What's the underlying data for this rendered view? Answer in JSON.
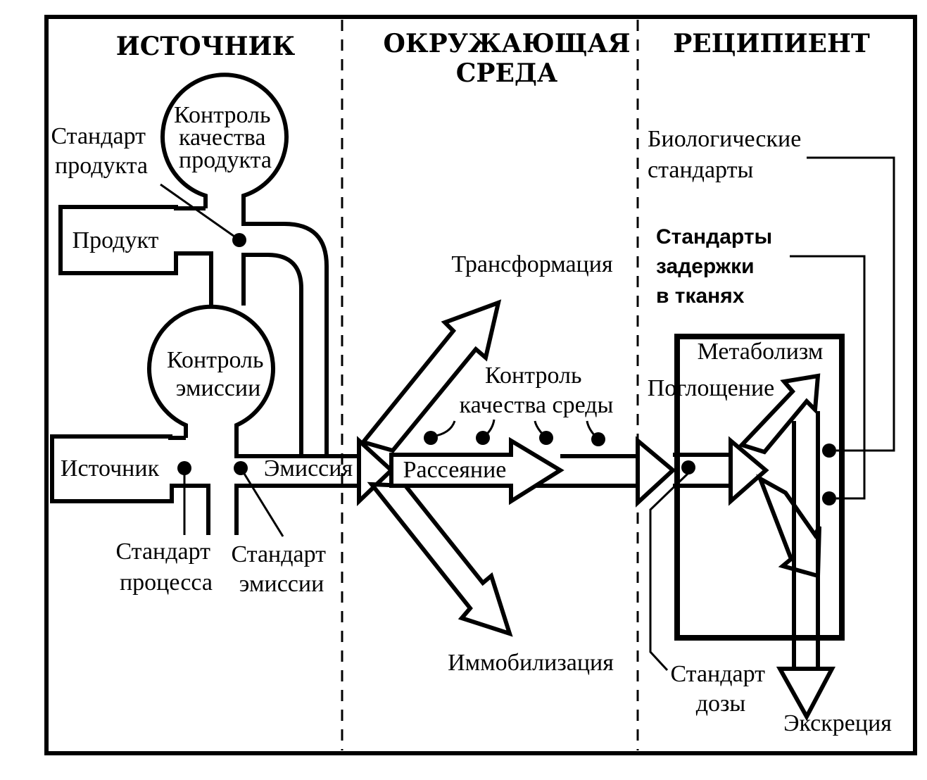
{
  "headings": {
    "source": "ИСТОЧНИК",
    "environment_line1": "ОКРУЖАЮЩАЯ",
    "environment_line2": "СРЕДА",
    "recipient": "РЕЦИПИЕНТ"
  },
  "source": {
    "product_quality_control": [
      "Контроль",
      "качества",
      "продукта"
    ],
    "product_standard": [
      "Стандарт",
      "продукта"
    ],
    "product": "Продукт",
    "emission_control": [
      "Контроль",
      "эмиссии"
    ],
    "source": "Источник",
    "emission": "Эмиссия",
    "process_standard": [
      "Стандарт",
      "процесса"
    ],
    "emission_standard": [
      "Стандарт",
      "эмиссии"
    ]
  },
  "environment": {
    "transformation": "Трансформация",
    "environment_quality_control": [
      "Контроль",
      "качества среды"
    ],
    "dispersion": "Рассеяние",
    "immobilization": "Иммобилизация"
  },
  "recipient": {
    "biological_standards": [
      "Биологические",
      "стандарты"
    ],
    "tissue_retention_standards": [
      "Стандарты",
      "задержки",
      "в тканях"
    ],
    "metabolism": "Метаболизм",
    "uptake": "Поглощение",
    "dose_standard": [
      "Стандарт",
      "дозы"
    ],
    "excretion": "Экскреция"
  }
}
